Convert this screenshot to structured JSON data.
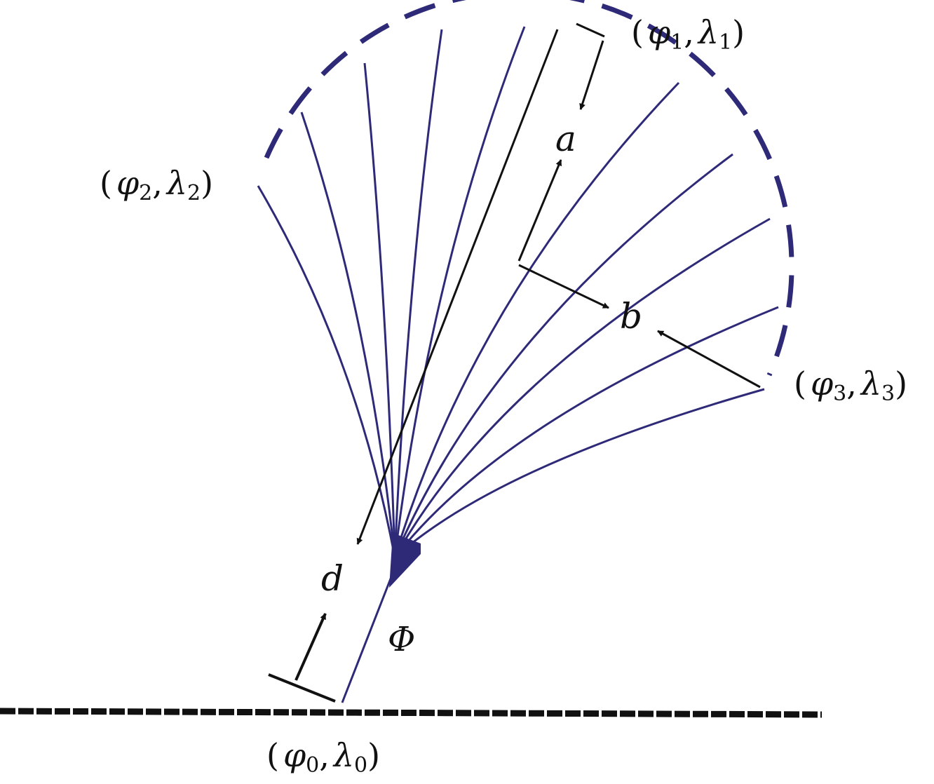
{
  "colors": {
    "fan": "#2e2a78",
    "ink": "#111111",
    "ground": "#111111",
    "background": "#ffffff"
  },
  "labels": {
    "p1": {
      "open": "(",
      "phi": "φ",
      "phi_sub": "1",
      "sep": ",",
      "lam": "λ",
      "lam_sub": "1",
      "close": ")"
    },
    "p2": {
      "open": "(",
      "phi": "φ",
      "phi_sub": "2",
      "sep": ",",
      "lam": "λ",
      "lam_sub": "2",
      "close": ")"
    },
    "p3": {
      "open": "(",
      "phi": "φ",
      "phi_sub": "3",
      "sep": ",",
      "lam": "λ",
      "lam_sub": "3",
      "close": ")"
    },
    "p0": {
      "open": "(",
      "phi": "φ",
      "phi_sub": "0",
      "sep": ",",
      "lam": "λ",
      "lam_sub": "0",
      "close": ")"
    },
    "a": "a",
    "b": "b",
    "d": "d",
    "Phi": "Φ"
  }
}
